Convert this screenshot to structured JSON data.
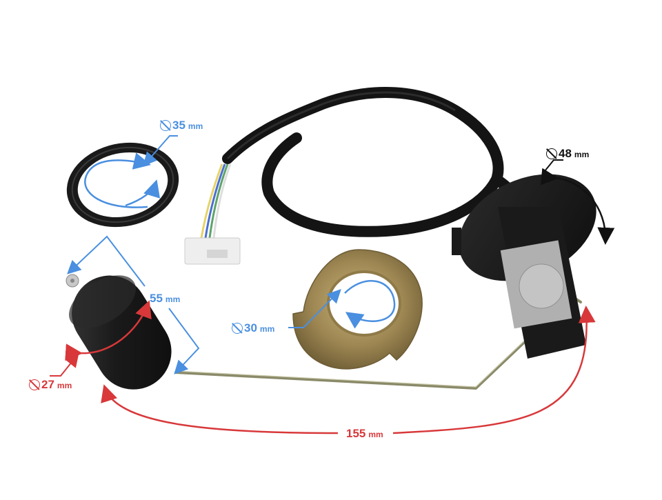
{
  "image": {
    "subject": "Fuel level sender kit with float, sealing ring, locking ring and wiring harness",
    "background_color": "#ffffff"
  },
  "colors": {
    "annotation_blue": "#4a8fe0",
    "annotation_red": "#d8383a",
    "annotation_black": "#111111",
    "rubber_black": "#1c1c1c",
    "brass_ring": "#a08a5a",
    "connector_white": "#eeeeee"
  },
  "components": {
    "sealing_ring": {
      "name": "rubber-sealing-ring"
    },
    "float": {
      "name": "float"
    },
    "locking_ring": {
      "name": "brass-locking-ring"
    },
    "wiring_harness": {
      "name": "wiring-harness",
      "wire_colors": [
        "#e6d36a",
        "#4a6fd0",
        "#5fa36a",
        "#ffffff"
      ]
    },
    "connector": {
      "name": "white-connector"
    },
    "sender_unit": {
      "name": "sender-unit-flange"
    },
    "float_arm": {
      "name": "float-arm-rod"
    }
  },
  "dimensions": {
    "seal_diameter": {
      "symbol": "⌀",
      "value": "35",
      "unit": "mm",
      "color": "blue"
    },
    "flange_diameter": {
      "symbol": "⌀",
      "value": "48",
      "unit": "mm",
      "color": "black"
    },
    "float_length": {
      "value": "55",
      "unit": "mm",
      "color": "blue"
    },
    "lock_ring_diameter": {
      "symbol": "⌀",
      "value": "30",
      "unit": "mm",
      "color": "blue"
    },
    "float_diameter": {
      "symbol": "⌀",
      "value": "27",
      "unit": "mm",
      "color": "red"
    },
    "arm_length": {
      "value": "155",
      "unit": "mm",
      "color": "red"
    }
  }
}
